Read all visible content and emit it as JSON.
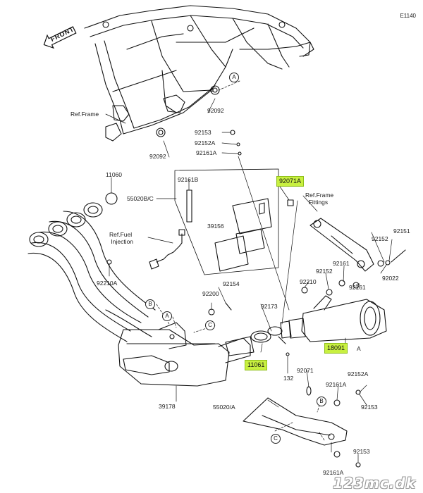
{
  "diagram": {
    "code": "E1140",
    "front_arrow": "FRONT",
    "watermark": "123mc.dk",
    "highlight_color": "#c8f040"
  },
  "labels": {
    "ref_frame_top": "Ref.Frame",
    "p92092_a": "92092",
    "p92092_b": "92092",
    "p92153_top": "92153",
    "p92152a_top": "92152A",
    "p92161a_top": "92161A",
    "p11060": "11060",
    "p55020bc": "55020B/C",
    "p92161b": "92161B",
    "p92071a": "92071A",
    "ref_frame_fittings": "Ref.Frame\n  Fittings",
    "ref_fuel_injection": "Ref.Fuel\n Injection",
    "p39156": "39156",
    "p92151": "92151",
    "p92152_r": "92152",
    "p92161_r1": "92161",
    "p92152_m": "92152",
    "p92210a": "92210A",
    "p92022": "92022",
    "p92161_r2": "92161",
    "p92210": "92210",
    "p92200": "92200",
    "p92154": "92154",
    "p92173": "92173",
    "p18091": "18091",
    "p18091_suffix": "A",
    "p11061": "11061",
    "p132": "132",
    "p92071": "92071",
    "p92152a_b": "92152A",
    "p92161a_b": "92161A",
    "p92153_b": "92153",
    "p39178": "39178",
    "p55020a": "55020/A",
    "p92153_bb": "92153",
    "p92161a_bb": "92161A"
  },
  "callouts": {
    "A": "A",
    "B": "B",
    "C": "C"
  }
}
